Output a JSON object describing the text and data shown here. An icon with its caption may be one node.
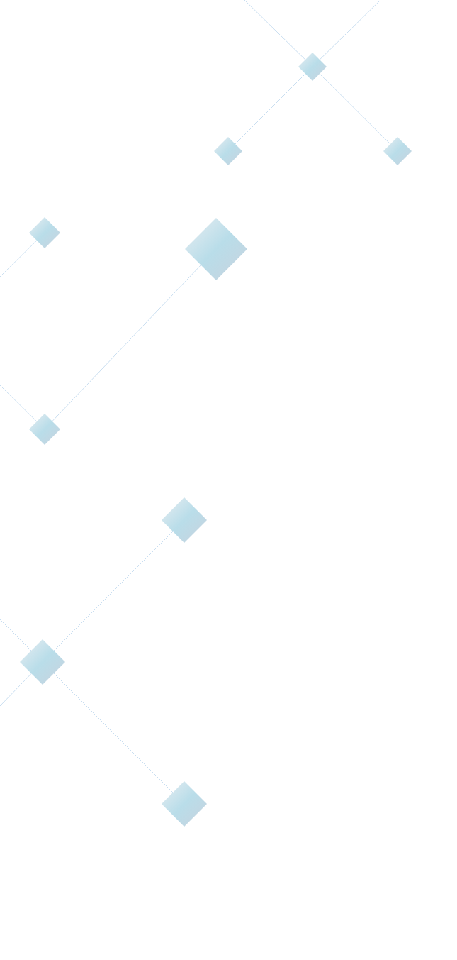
{
  "diagram": {
    "nodes": [
      {
        "text": [],
        "shape": "diamond"
      },
      {
        "text": [],
        "shape": "diamond"
      },
      {
        "text": [],
        "shape": "diamond"
      },
      {
        "text": [],
        "shape": "diamond"
      },
      {
        "text": [],
        "shape": "diamond"
      },
      {
        "text": [],
        "shape": "diamond"
      },
      {
        "text": [],
        "shape": "diamond"
      },
      {
        "text": [],
        "shape": "diamond"
      },
      {
        "text": [],
        "shape": "diamond"
      }
    ],
    "edges": [
      {
        "from": null,
        "to": 0,
        "arrow": "none"
      },
      {
        "from": null,
        "to": 0,
        "arrow": "none"
      },
      {
        "from": 0,
        "to": 1,
        "arrow": "none"
      },
      {
        "from": 0,
        "to": 2,
        "arrow": "none"
      },
      {
        "from": 3,
        "to": null,
        "arrow": "none"
      },
      {
        "from": 5,
        "to": null,
        "arrow": "none"
      },
      {
        "from": 5,
        "to": 4,
        "arrow": "none"
      },
      {
        "from": 7,
        "to": 6,
        "arrow": "none"
      },
      {
        "from": 7,
        "to": 8,
        "arrow": "none"
      },
      {
        "from": 7,
        "to": null,
        "arrow": "none"
      },
      {
        "from": 7,
        "to": null,
        "arrow": "none"
      }
    ]
  }
}
